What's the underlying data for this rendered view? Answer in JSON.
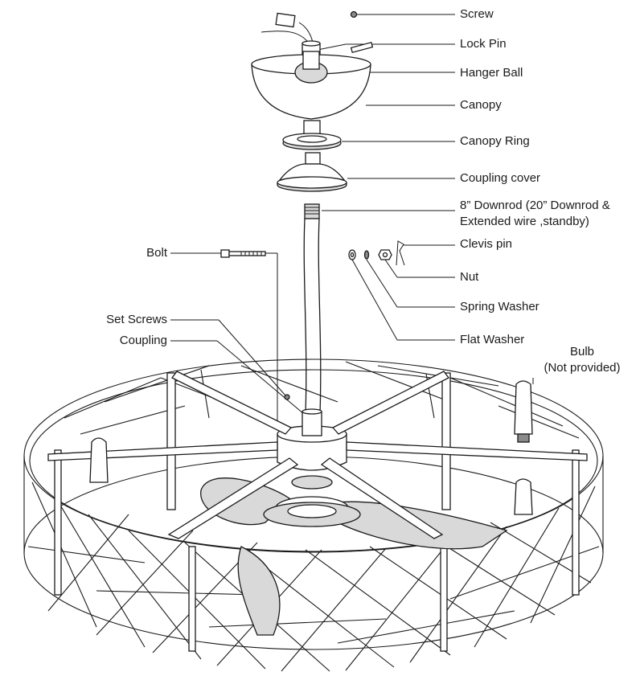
{
  "labels": {
    "screw": "Screw",
    "lock_pin": "Lock Pin",
    "hanger_ball": "Hanger Ball",
    "canopy": "Canopy",
    "canopy_ring": "Canopy Ring",
    "coupling_cover": "Coupling cover",
    "downrod_line1": "8” Downrod (20” Downrod &",
    "downrod_line2": "Extended wire ,standby)",
    "clevis_pin": "Clevis pin",
    "nut": "Nut",
    "spring_washer": "Spring Washer",
    "flat_washer": "Flat Washer",
    "bolt": "Bolt",
    "set_screws": "Set Screws",
    "coupling": "Coupling",
    "bulb_line1": "Bulb",
    "bulb_line2": "(Not provided)"
  }
}
